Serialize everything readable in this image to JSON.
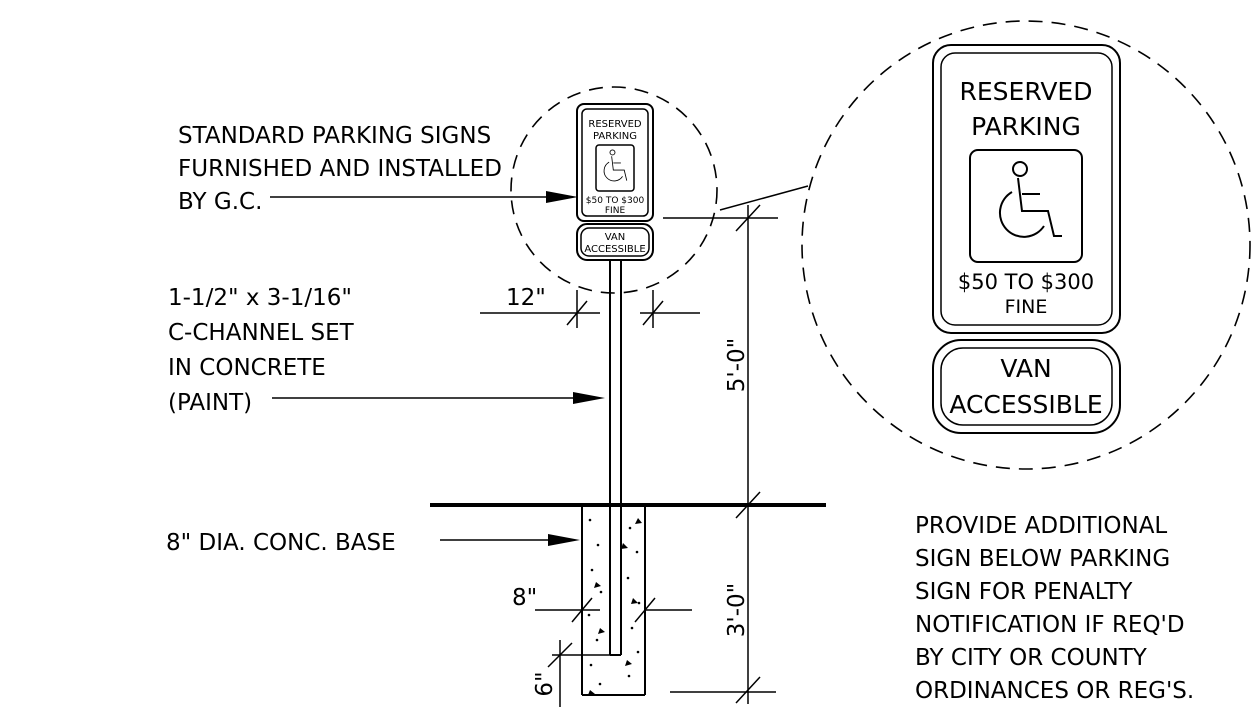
{
  "callouts": {
    "standard_signs": [
      "STANDARD PARKING SIGNS",
      "FURNISHED AND INSTALLED",
      "BY G.C."
    ],
    "c_channel": [
      "1-1/2\" x 3-1/16\"",
      "C-CHANNEL SET",
      "IN CONCRETE",
      "(PAINT)"
    ],
    "conc_base": "8\" DIA. CONC. BASE",
    "note": [
      "PROVIDE ADDITIONAL",
      "SIGN BELOW PARKING",
      "SIGN FOR PENALTY",
      "NOTIFICATION IF REQ'D",
      "BY CITY OR COUNTY",
      "ORDINANCES OR REG'S."
    ]
  },
  "dimensions": {
    "sign_width": "12\"",
    "height_above": "5'-0\"",
    "depth_below": "3'-0\"",
    "base_dia": "8\"",
    "bottom": "6\""
  },
  "sign": {
    "line1": "RESERVED",
    "line2": "PARKING",
    "fine_line1": "$50 TO $300",
    "fine_line2": "FINE",
    "van_line1": "VAN",
    "van_line2": "ACCESSIBLE"
  }
}
